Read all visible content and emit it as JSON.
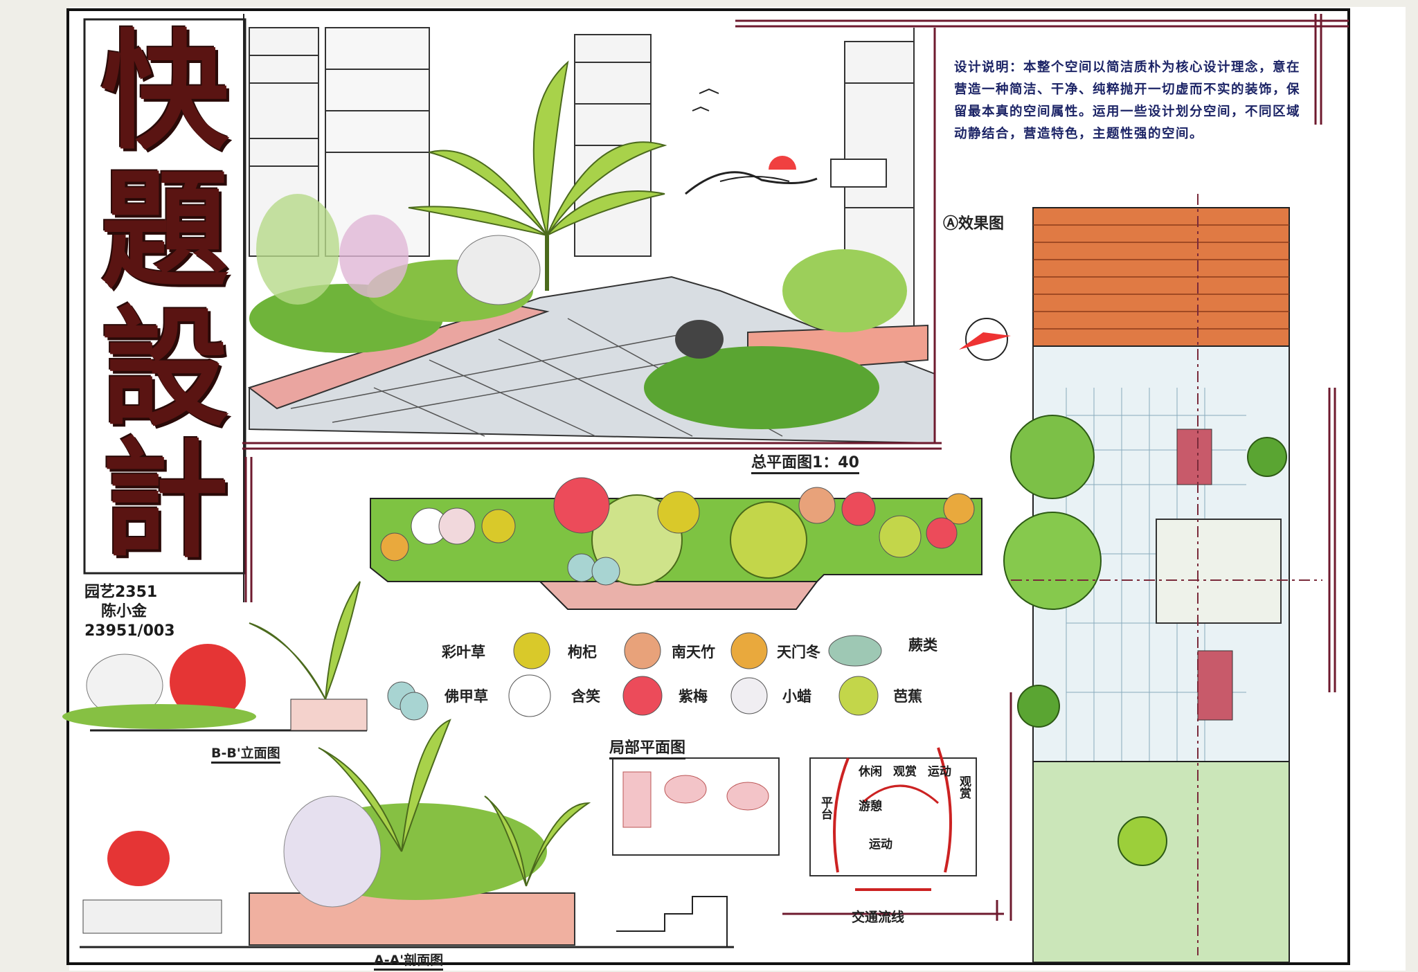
{
  "title": {
    "chars": [
      "快",
      "題",
      "設",
      "計"
    ]
  },
  "author": {
    "line1": "园艺2351",
    "line2": "陈小金",
    "line3": "23951/003"
  },
  "description": {
    "label": "设计说明：",
    "text": "本整个空间以简洁质朴为核心设计理念，意在营造一种简洁、干净、纯粹抛开一切虚而不实的装饰，保留最本真的空间属性。运用一些设计划分空间，不同区域动静结合，营造特色，主题性强的空间。"
  },
  "views": {
    "effect_label": "Ⓐ效果图",
    "master_plan_label": "总平面图1：40",
    "partial_plan_label": "局部平面图",
    "section_bb_label": "B-B'立面图",
    "section_aa_label": "A-A'剖面图",
    "traffic_label": "交通流线"
  },
  "legend": {
    "items": [
      {
        "name": "彩叶草",
        "icon": "yellow-umbrella-plant-icon",
        "color": "#d9c92a"
      },
      {
        "name": "枸杞",
        "icon": "orange-radial-plant-icon",
        "color": "#e8a27a"
      },
      {
        "name": "南天竹",
        "icon": "orange-radial-plant-icon",
        "color": "#e9a93d"
      },
      {
        "name": "天门冬",
        "icon": "green-cluster-plant-icon",
        "color": "#9ec8b4"
      },
      {
        "name": "蕨类",
        "icon": "fern-icon",
        "color": "#7fb07a"
      },
      {
        "name": "佛甲草",
        "icon": "blue-circles-plant-icon",
        "color": "#a8d4d2"
      },
      {
        "name": "",
        "icon": "white-circle-plant-icon",
        "color": "#ffffff"
      },
      {
        "name": "含笑",
        "icon": "red-radial-plant-icon",
        "color": "#ec4b5a"
      },
      {
        "name": "紫梅",
        "icon": "white-dot-plant-icon",
        "color": "#f0eef2"
      },
      {
        "name": "小蜡",
        "icon": "yellow-green-plant-icon",
        "color": "#c3d64a"
      },
      {
        "name": "芭蕉",
        "icon": "",
        "color": ""
      }
    ]
  },
  "traffic": {
    "zones": [
      "休闲",
      "观赏",
      "运动",
      "运动",
      "游憩",
      "平台",
      "观赏"
    ]
  },
  "palette": {
    "frame": "#6e1a2e",
    "title": "#5a1412",
    "green": "#6fb43a",
    "deck": "#d87040",
    "pink": "#e9a0a0"
  }
}
